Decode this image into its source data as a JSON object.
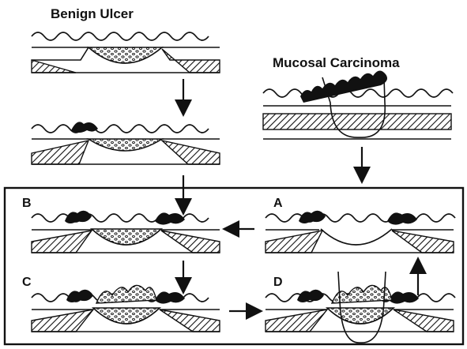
{
  "labels": {
    "benign_ulcer": "Benign  Ulcer",
    "mucosal_carcinoma": "Mucosal  Carcinoma",
    "panel_a": "A",
    "panel_b": "B",
    "panel_c": "C",
    "panel_d": "D"
  },
  "colors": {
    "ink": "#111111",
    "background": "#ffffff"
  }
}
